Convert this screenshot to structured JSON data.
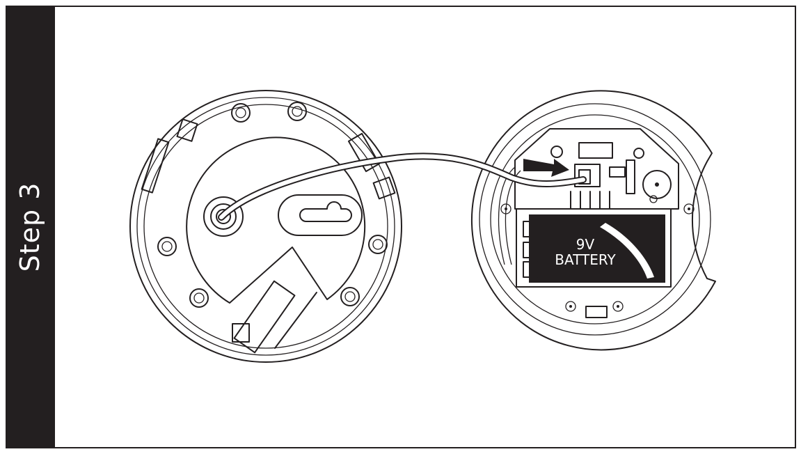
{
  "step": {
    "label": "Step 3"
  },
  "illustration": {
    "battery_label_line1": "9V",
    "battery_label_line2": "BATTERY"
  },
  "colors": {
    "ink": "#231f20",
    "background": "#ffffff"
  }
}
